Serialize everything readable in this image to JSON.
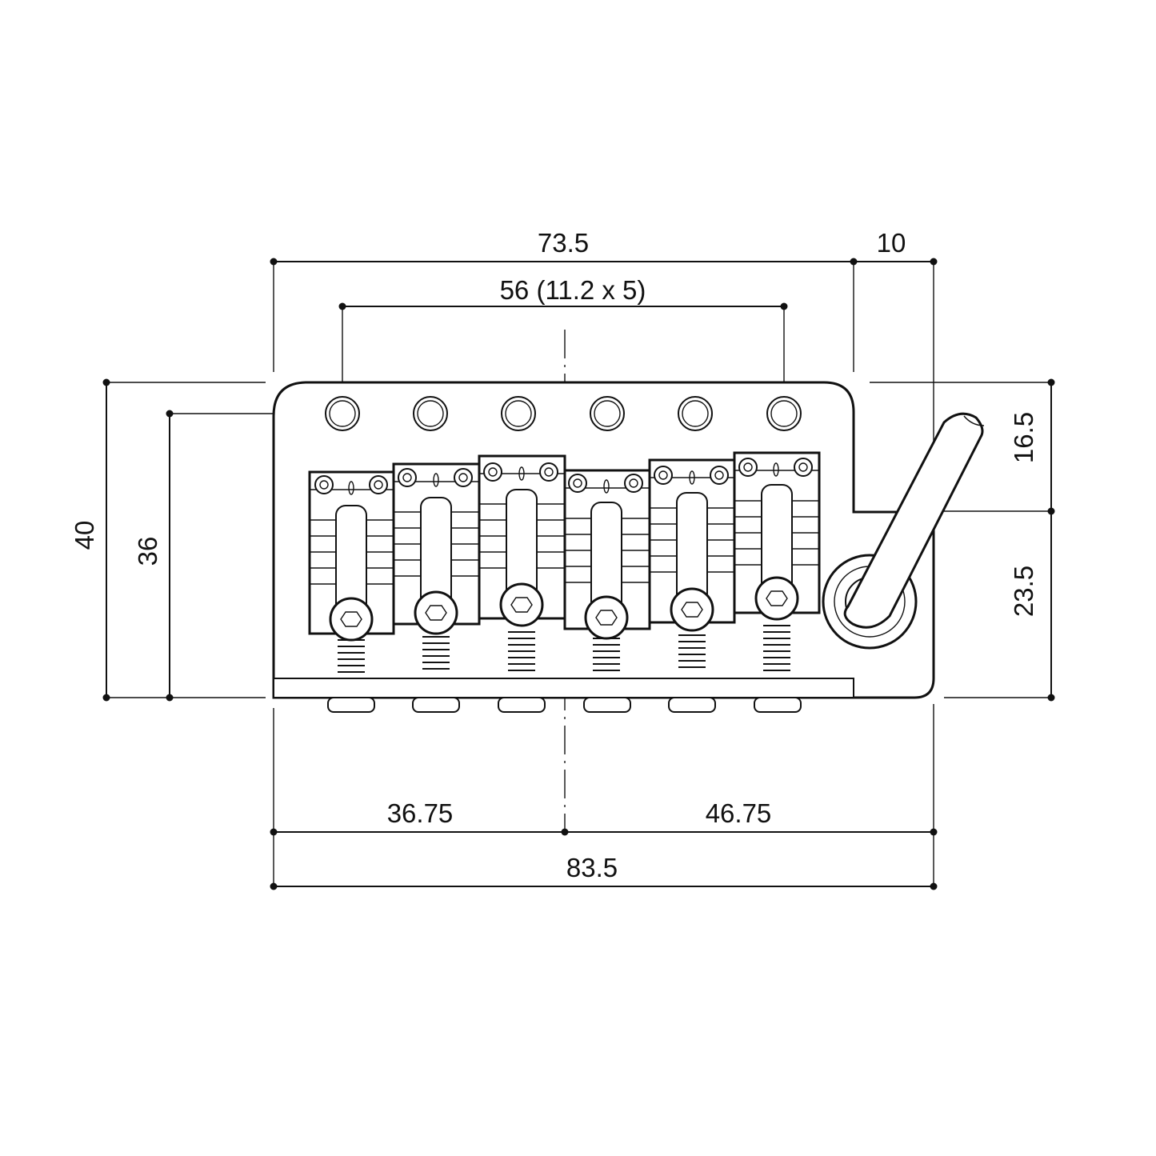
{
  "dimensions": {
    "top_total": "73.5",
    "top_arm": "10",
    "string_spacing": "56 (11.2 x 5)",
    "height_total": "40",
    "height_holes": "36",
    "right_upper": "16.5",
    "right_lower": "23.5",
    "bottom_left": "36.75",
    "bottom_right": "46.75",
    "bottom_total": "83.5"
  },
  "parts": {
    "string_holes": 6,
    "saddles": 6
  }
}
